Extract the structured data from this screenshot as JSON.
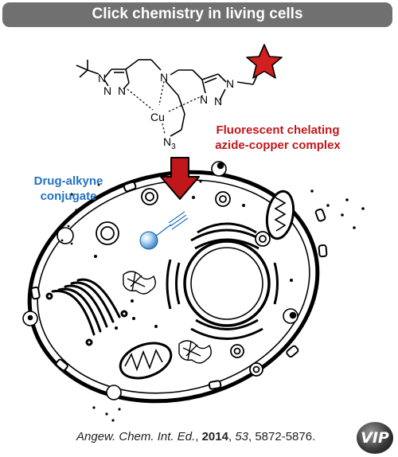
{
  "title": "Click chemistry in living cells",
  "molecule": {
    "atom_N1": "N",
    "atom_N2": "N",
    "atom_N3": "N",
    "atom_N4": "N",
    "atom_N5": "N",
    "atom_N6": "N",
    "atom_N7": "N",
    "atom_Cu": "Cu",
    "azide": "N",
    "azide_sub": "3"
  },
  "labels": {
    "fluorescent_line1": "Fluorescent chelating",
    "fluorescent_line2": "azide-copper complex",
    "drug_line1": "Drug-alkyne",
    "drug_line2": "conjugate"
  },
  "citation": {
    "journal": "Angew. Chem. Int. Ed.",
    "year": "2014",
    "volume": "53",
    "pages": "5872-5876."
  },
  "logo_text": "VIP",
  "colors": {
    "title_bg": "#707070",
    "fluorescent_label": "#c0171b",
    "drug_label": "#2372c0",
    "arrow": "#c0171b",
    "star": "#d21f1f"
  }
}
